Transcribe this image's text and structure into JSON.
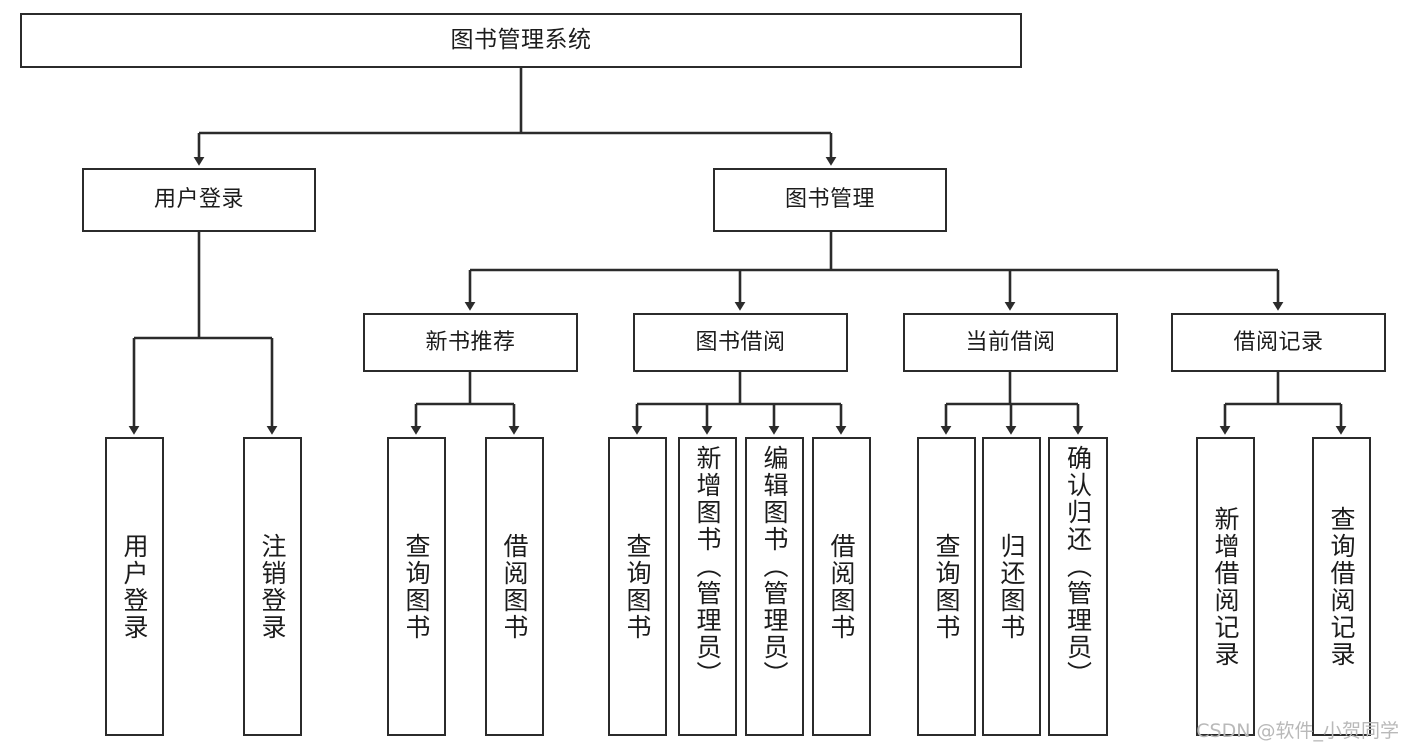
{
  "diagram": {
    "title": "图书管理系统",
    "type": "functional-structure-tree",
    "root": {
      "id": "root",
      "label": "图书管理系统"
    },
    "level2": [
      {
        "id": "user-login",
        "label": "用户登录"
      },
      {
        "id": "book-management",
        "label": "图书管理"
      }
    ],
    "level3": [
      {
        "id": "new-book-recommend",
        "label": "新书推荐",
        "parent": "book-management"
      },
      {
        "id": "book-borrow",
        "label": "图书借阅",
        "parent": "book-management"
      },
      {
        "id": "current-borrow",
        "label": "当前借阅",
        "parent": "book-management"
      },
      {
        "id": "borrow-record",
        "label": "借阅记录",
        "parent": "book-management"
      }
    ],
    "leaves": [
      {
        "id": "leaf-user-login",
        "label": "用户登录",
        "parent": "user-login"
      },
      {
        "id": "leaf-logout-login",
        "label": "注销登录",
        "parent": "user-login"
      },
      {
        "id": "leaf-query-book-1",
        "label": "查询图书",
        "parent": "new-book-recommend"
      },
      {
        "id": "leaf-borrow-book-1",
        "label": "借阅图书",
        "parent": "new-book-recommend"
      },
      {
        "id": "leaf-query-book-2",
        "label": "查询图书",
        "parent": "book-borrow"
      },
      {
        "id": "leaf-add-book",
        "label": "新增图书（管理员）",
        "parent": "book-borrow"
      },
      {
        "id": "leaf-edit-book",
        "label": "编辑图书（管理员）",
        "parent": "book-borrow"
      },
      {
        "id": "leaf-borrow-book-2",
        "label": "借阅图书",
        "parent": "book-borrow"
      },
      {
        "id": "leaf-query-book-3",
        "label": "查询图书",
        "parent": "current-borrow"
      },
      {
        "id": "leaf-return-book",
        "label": "归还图书",
        "parent": "current-borrow"
      },
      {
        "id": "leaf-confirm-return",
        "label": "确认归还（管理员）",
        "parent": "current-borrow"
      },
      {
        "id": "leaf-add-record",
        "label": "新增借阅记录",
        "parent": "borrow-record"
      },
      {
        "id": "leaf-query-record",
        "label": "查询借阅记录",
        "parent": "borrow-record"
      }
    ]
  },
  "watermark": {
    "text": "CSDN @软件_小贺同学"
  },
  "colors": {
    "stroke": "#2b2b2b",
    "fill": "#ffffff",
    "text": "#1c1c1c",
    "watermark": "#b9b9b9"
  }
}
